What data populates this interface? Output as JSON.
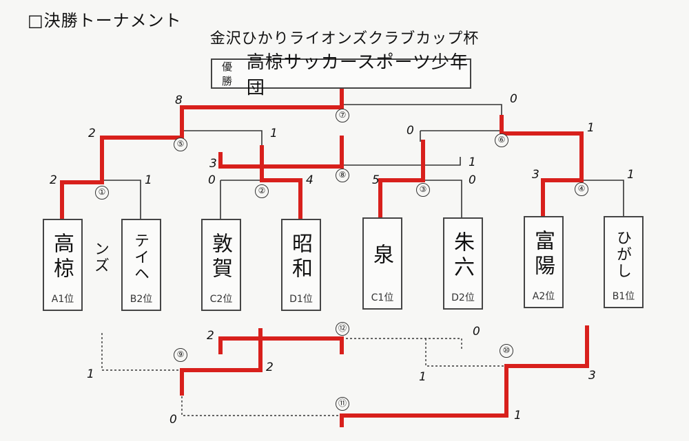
{
  "header": {
    "title": "□決勝トーナメント",
    "cup_title": "金沢ひかりライオンズクラブカップ杯"
  },
  "winner": {
    "label": "優勝",
    "name": "高椋サッカースポーツ少年団"
  },
  "teams": [
    {
      "name": "高椋",
      "rank": "A1位"
    },
    {
      "name": "テイヘンズ",
      "rank": "B2位"
    },
    {
      "name": "敦賀",
      "rank": "C2位"
    },
    {
      "name": "昭和",
      "rank": "D1位"
    },
    {
      "name": "泉",
      "rank": "C1位"
    },
    {
      "name": "朱六",
      "rank": "D2位"
    },
    {
      "name": "富陽",
      "rank": "A2位"
    },
    {
      "name": "ひがし",
      "rank": "B1位"
    }
  ],
  "matches": {
    "m1": "①",
    "m2": "②",
    "m3": "③",
    "m4": "④",
    "m5": "⑤",
    "m6": "⑥",
    "m7": "⑦",
    "m8": "⑧",
    "m9": "⑨",
    "m10": "⑩",
    "m11": "⑪",
    "m12": "⑫"
  },
  "scores": {
    "m1_left": "2",
    "m1_right": "1",
    "m2_left": "0",
    "m2_right": "4",
    "m3_left": "5",
    "m3_right": "0",
    "m4_left": "3",
    "m4_right": "1",
    "m5_left": "2",
    "m5_right": "1",
    "m6_left": "0",
    "m6_right": "1",
    "m7_left": "8",
    "m7_right": "0",
    "m8_left": "3",
    "m8_right": "1",
    "m9_left": "1",
    "m9_right": "2",
    "m10_left": "1",
    "m10_right": "3",
    "m11_left": "0",
    "m11_right": "1",
    "m12_left": "2",
    "m12_right": "0"
  },
  "colors": {
    "winner_line": "#d8201c",
    "bracket_line": "#333333"
  }
}
